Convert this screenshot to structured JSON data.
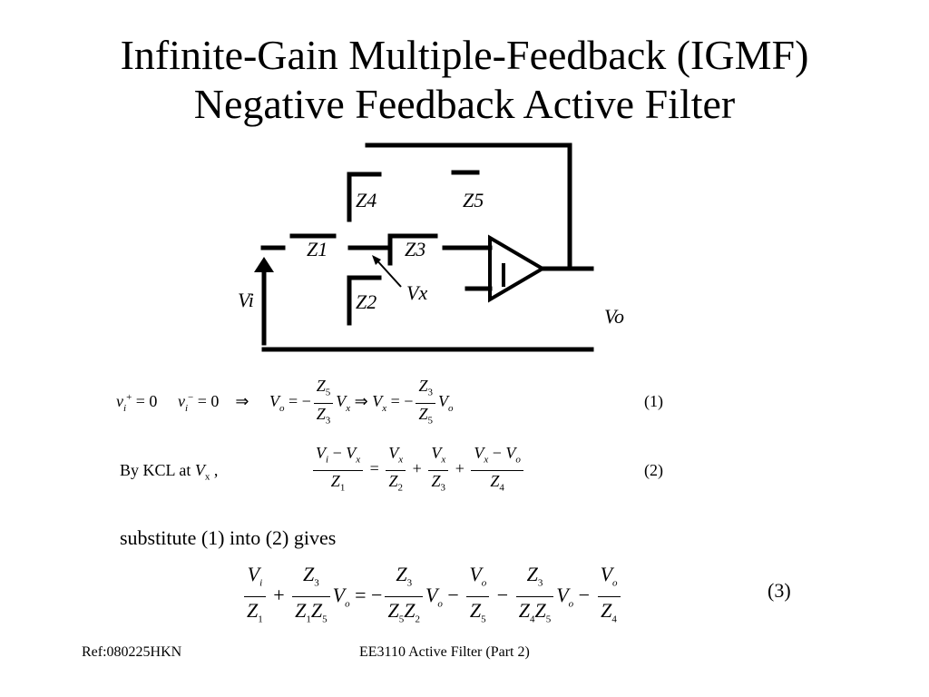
{
  "slide": {
    "title_line1": "Infinite-Gain Multiple-Feedback (IGMF)",
    "title_line2": "Negative Feedback Active Filter"
  },
  "circuit": {
    "z1": "Z1",
    "z2": "Z2",
    "z3": "Z3",
    "z4": "Z4",
    "z5": "Z5",
    "vi": "Vi",
    "vx": "Vx",
    "vo": "Vo"
  },
  "equations": {
    "eq1_num": "(1)",
    "eq2_prefix": "By KCL at",
    "eq2_num": "(2)",
    "substitute_text": "substitute (1) into (2) gives",
    "eq3_num": "(3)"
  },
  "footer": {
    "ref": "Ref:080225HKN",
    "course": "EE3110 Active Filter (Part 2)"
  }
}
